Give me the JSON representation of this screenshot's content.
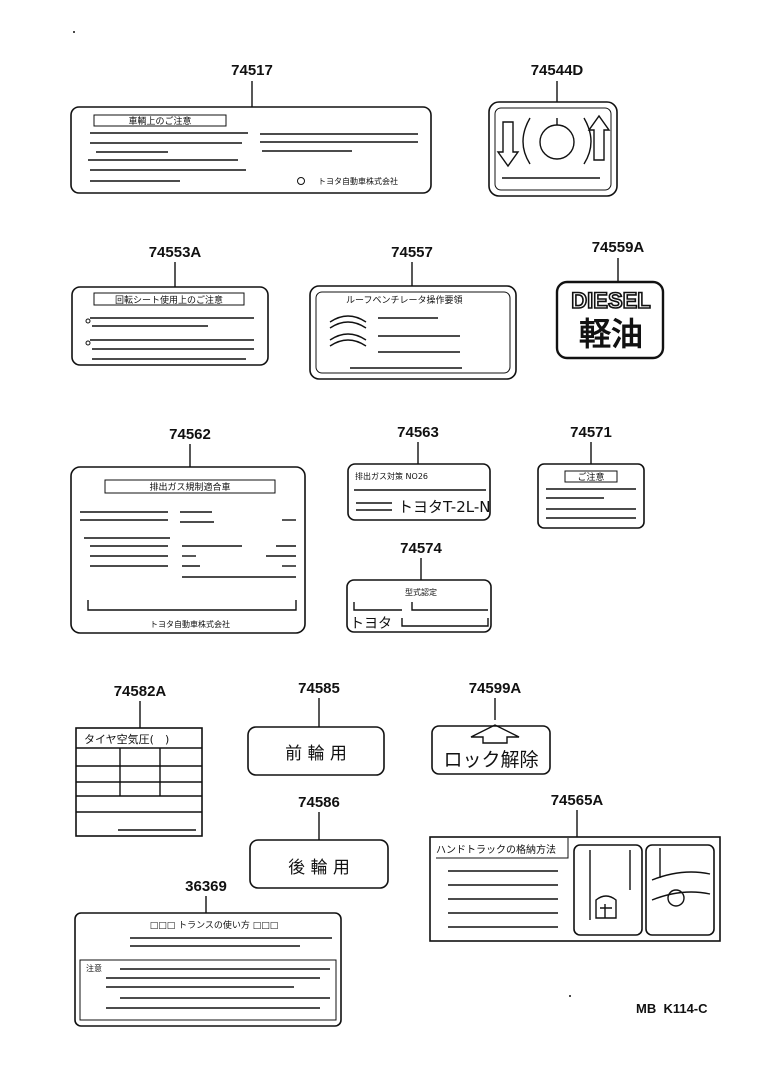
{
  "figure_code": "MB  K114-C",
  "parts": [
    {
      "id": "74517",
      "title": "車輌上のご注意",
      "maker": "トヨタ自動車株式会社"
    },
    {
      "id": "74544D"
    },
    {
      "id": "74553A",
      "title": "回転シート使用上のご注意"
    },
    {
      "id": "74557",
      "title": "ルーフベンチレータ操作要領"
    },
    {
      "id": "74559A",
      "line1": "DIESEL",
      "line2": "軽油"
    },
    {
      "id": "74562",
      "title": "排出ガス規制適合車",
      "maker": "トヨタ自動車株式会社"
    },
    {
      "id": "74563",
      "top": "排出ガス対策 NO26",
      "bottom": "トヨタT-2L-N"
    },
    {
      "id": "74571",
      "title": "ご注意"
    },
    {
      "id": "74574",
      "title": "型式認定",
      "bottom": "トヨタ"
    },
    {
      "id": "74582A",
      "title": "タイヤ空気圧(　)"
    },
    {
      "id": "74585",
      "text": "前 輪 用"
    },
    {
      "id": "74599A",
      "text": "ロック解除"
    },
    {
      "id": "74586",
      "text": "後 輪 用"
    },
    {
      "id": "74565A",
      "title": "ハンドトラックの格納方法"
    },
    {
      "id": "36369",
      "title": "□□□ トランスの使い方 □□□",
      "note": "注意"
    }
  ]
}
